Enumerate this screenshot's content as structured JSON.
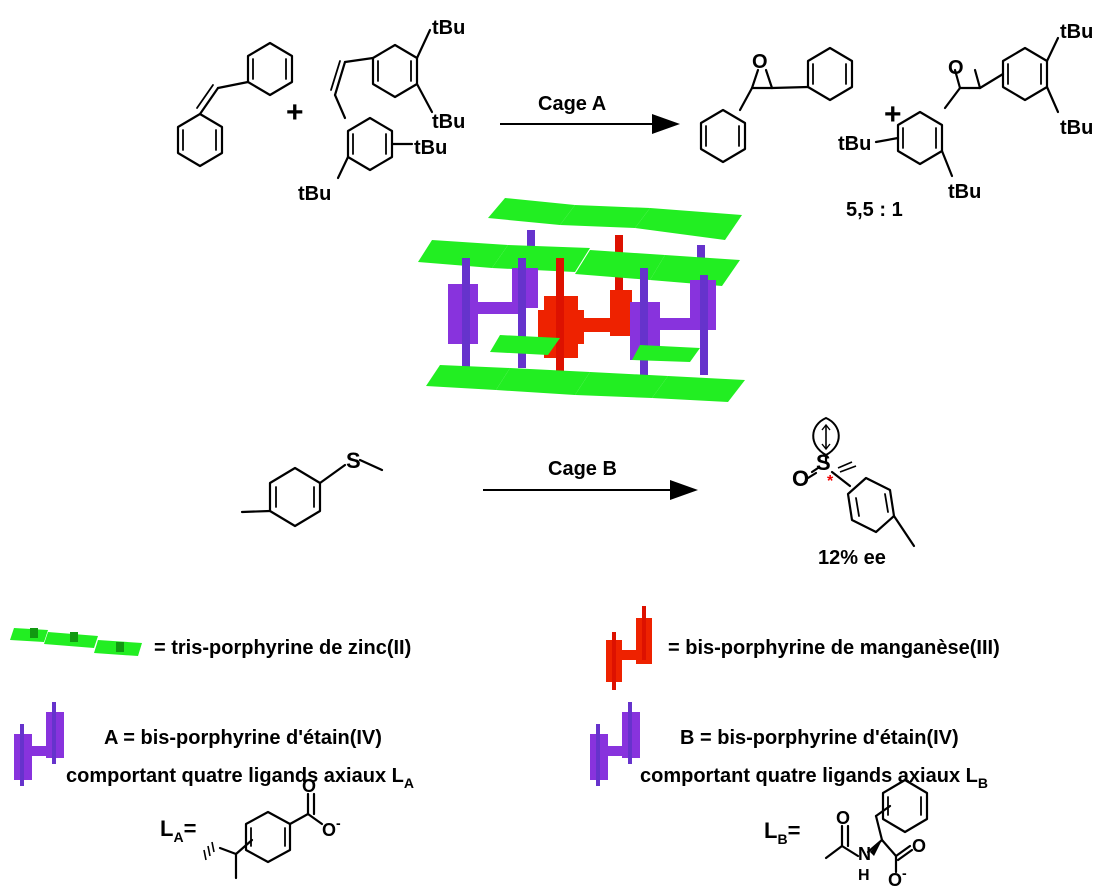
{
  "reaction_top": {
    "plus_1": "+",
    "plus_2": "+",
    "arrow_label": "Cage A",
    "substituent": "tBu",
    "ratio": "5,5 : 1"
  },
  "reaction_bottom": {
    "arrow_label": "Cage B",
    "sulfur": "S",
    "oxygen": "O",
    "stereo_mark": "*",
    "ee": "12% ee"
  },
  "legend": {
    "zinc": "= tris-porphyrine de zinc(II)",
    "manganese": "= bis-porphyrine de manganèse(III)",
    "tin_a_line1": "A = bis-porphyrine d'étain(IV)",
    "tin_a_line2": "comportant quatre ligands axiaux L",
    "tin_a_sub": "A",
    "tin_b_line1": "B = bis-porphyrine d'étain(IV)",
    "tin_b_line2": "comportant quatre ligands axiaux L",
    "tin_b_sub": "B"
  },
  "ligands": {
    "la_main": "L",
    "la_sub": "A",
    "la_eq": "=",
    "lb_main": "L",
    "lb_sub": "B",
    "lb_eq": "=",
    "o": "O",
    "o_minus": "O",
    "charge": "-",
    "n": "N",
    "h": "H"
  },
  "colors": {
    "zinc": "#22ee22",
    "manganese": "#ee2200",
    "tin": "#8833dd",
    "stereo": "#ee0000"
  }
}
